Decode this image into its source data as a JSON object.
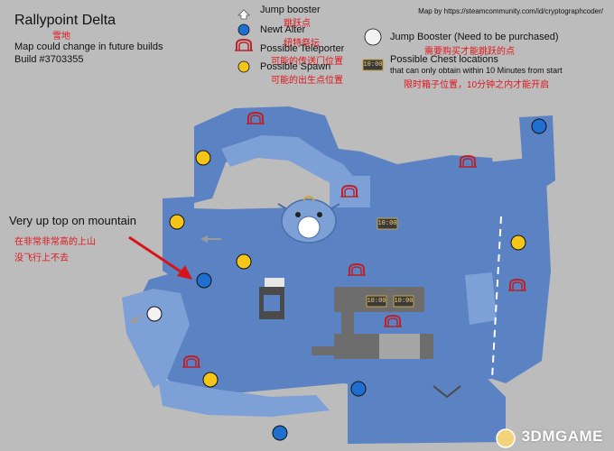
{
  "header": {
    "title": "Rallypoint Delta",
    "title_cn": "雪地",
    "note": "Map could change in future builds",
    "build": "Build #3703355"
  },
  "legend": {
    "jump_booster": "Jump booster",
    "jump_booster_cn": "跳跃点",
    "newt_alter": "Newt Alter",
    "newt_alter_cn": "纽特祭坛",
    "possible_teleporter": "Possible Teleporter",
    "possible_teleporter_cn": "可能的传送门位置",
    "possible_spawn": "Possible Spawn",
    "possible_spawn_cn": "可能的出生点位置",
    "jump_booster_purchased": "Jump Booster (Need to be purchased)",
    "jump_booster_purchased_cn": "需要购买才能跳跃的点",
    "chest_locations": "Possible Chest locations",
    "chest_note": "that can only obtain within 10 Minutes from start",
    "chest_note_cn": "限时箱子位置，10分钟之内才能开启"
  },
  "credit": "Map by https://steamcommunity.com/id/cryptographcoder/",
  "annotation": {
    "english": "Very up top on mountain",
    "cn_line1": "在非常非常高的上山",
    "cn_line2": "没飞行上不去"
  },
  "chest_timer": "10:00",
  "watermark": "3DMGAME",
  "colors": {
    "background": "#bcbcbc",
    "map_fill": "#5b82c2",
    "map_light": "#7da0d6",
    "spawn_yellow": "#f5c518",
    "alter_blue": "#1e6fd0",
    "teleporter_red": "#b8222a",
    "annotation_arrow": "#d8141b"
  },
  "icons": {
    "jump_booster": "up-arrow-icon",
    "newt_alter": "blue-circle-icon",
    "teleporter": "teleporter-arch-icon",
    "spawn": "yellow-circle-icon",
    "purchased_booster": "white-circle-icon",
    "chest": "chest-icon",
    "arrow": "red-arrow-icon"
  }
}
